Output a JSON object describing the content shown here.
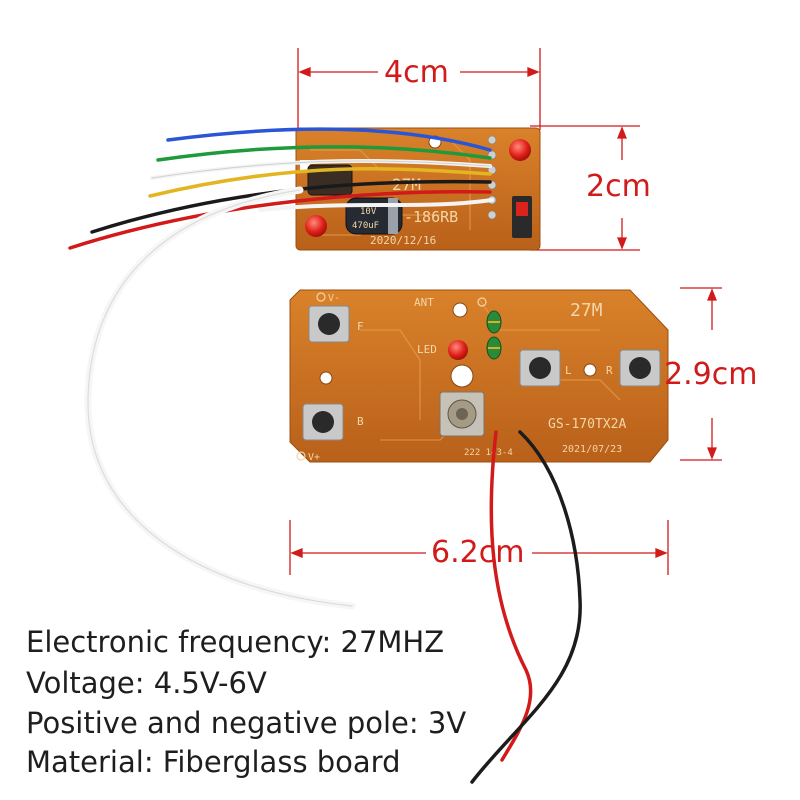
{
  "receiver_board": {
    "frequency_mark": "27M",
    "model": "-186RB",
    "date": "2020/12/16",
    "capacitor": {
      "value": "470uF",
      "voltage": "10V"
    }
  },
  "transmitter_board": {
    "frequency_mark": "27M",
    "model": "GS-170TX2A",
    "date": "2021/07/23",
    "code": "222 143-4",
    "silkscreen": {
      "ant": "ANT",
      "led": "LED",
      "forward": "F",
      "backward": "B",
      "left": "L",
      "right": "R",
      "v_minus": "V-",
      "v_plus": "V+"
    }
  },
  "dimensions": {
    "receiver_width": "4cm",
    "receiver_height": "2cm",
    "transmitter_height": "2.9cm",
    "transmitter_width": "6.2cm"
  },
  "specs": [
    "Electronic frequency: 27MHZ",
    "Voltage: 4.5V-6V",
    "Positive and negative pole: 3V",
    "Material: Fiberglass board"
  ],
  "colors": {
    "dimension_line": "#d11a1a",
    "pcb": "#c9711e",
    "spec_text": "#1e1e1e"
  }
}
